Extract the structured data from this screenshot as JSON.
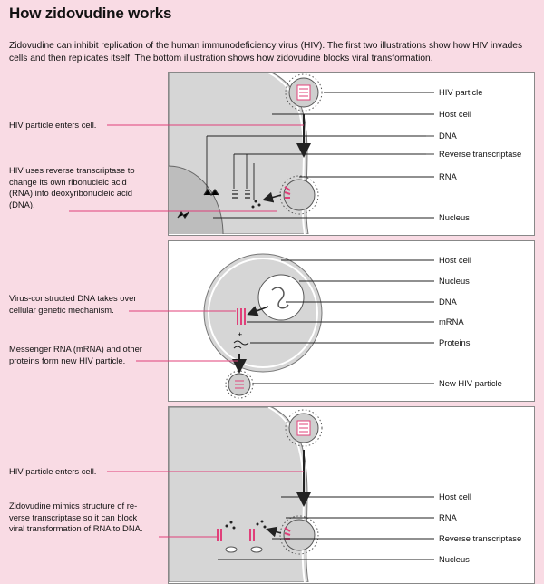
{
  "title": "How zidovudine works",
  "intro": "Zidovudine can inhibit replication of the human immunodeficiency virus (HIV). The first two illustrations show how HIV invades cells and then replicates itself. The bottom illustration shows how zidovudine blocks viral transformation.",
  "panel1": {
    "left_labels": [
      "HIV particle enters cell.",
      "HIV uses reverse transcriptase to change its own ribonucleic acid (RNA) into deoxyribonucleic acid (DNA)."
    ],
    "left_lines": [
      [
        "HIV particle enters cell."
      ],
      [
        "HIV uses reverse transcriptase to",
        "change its own ribonucleic acid",
        "(RNA) into deoxyribonucleic acid",
        "(DNA)."
      ]
    ],
    "right_labels": [
      "HIV particle",
      "Host cell",
      "DNA",
      "Reverse transcriptase",
      "RNA",
      "Nucleus"
    ]
  },
  "panel2": {
    "left_lines": [
      [
        "Virus-constructed DNA takes over",
        "cellular genetic mechanism."
      ],
      [
        "Messenger RNA (mRNA) and other",
        "proteins form new HIV particle."
      ]
    ],
    "right_labels": [
      "Host cell",
      "Nucleus",
      "DNA",
      "mRNA",
      "Proteins",
      "New HIV particle"
    ]
  },
  "panel3": {
    "left_lines": [
      [
        "HIV particle enters cell."
      ],
      [
        "Zidovudine mimics structure of re-",
        "verse transcriptase so it can block",
        "viral transformation of RNA to DNA."
      ]
    ],
    "right_labels": [
      "Host cell",
      "RNA",
      "Reverse transcriptase",
      "Nucleus"
    ]
  },
  "colors": {
    "background": "#f9dbe4",
    "accent": "#e0407a",
    "cell_fill": "#d9d9d9",
    "line": "#222222"
  }
}
